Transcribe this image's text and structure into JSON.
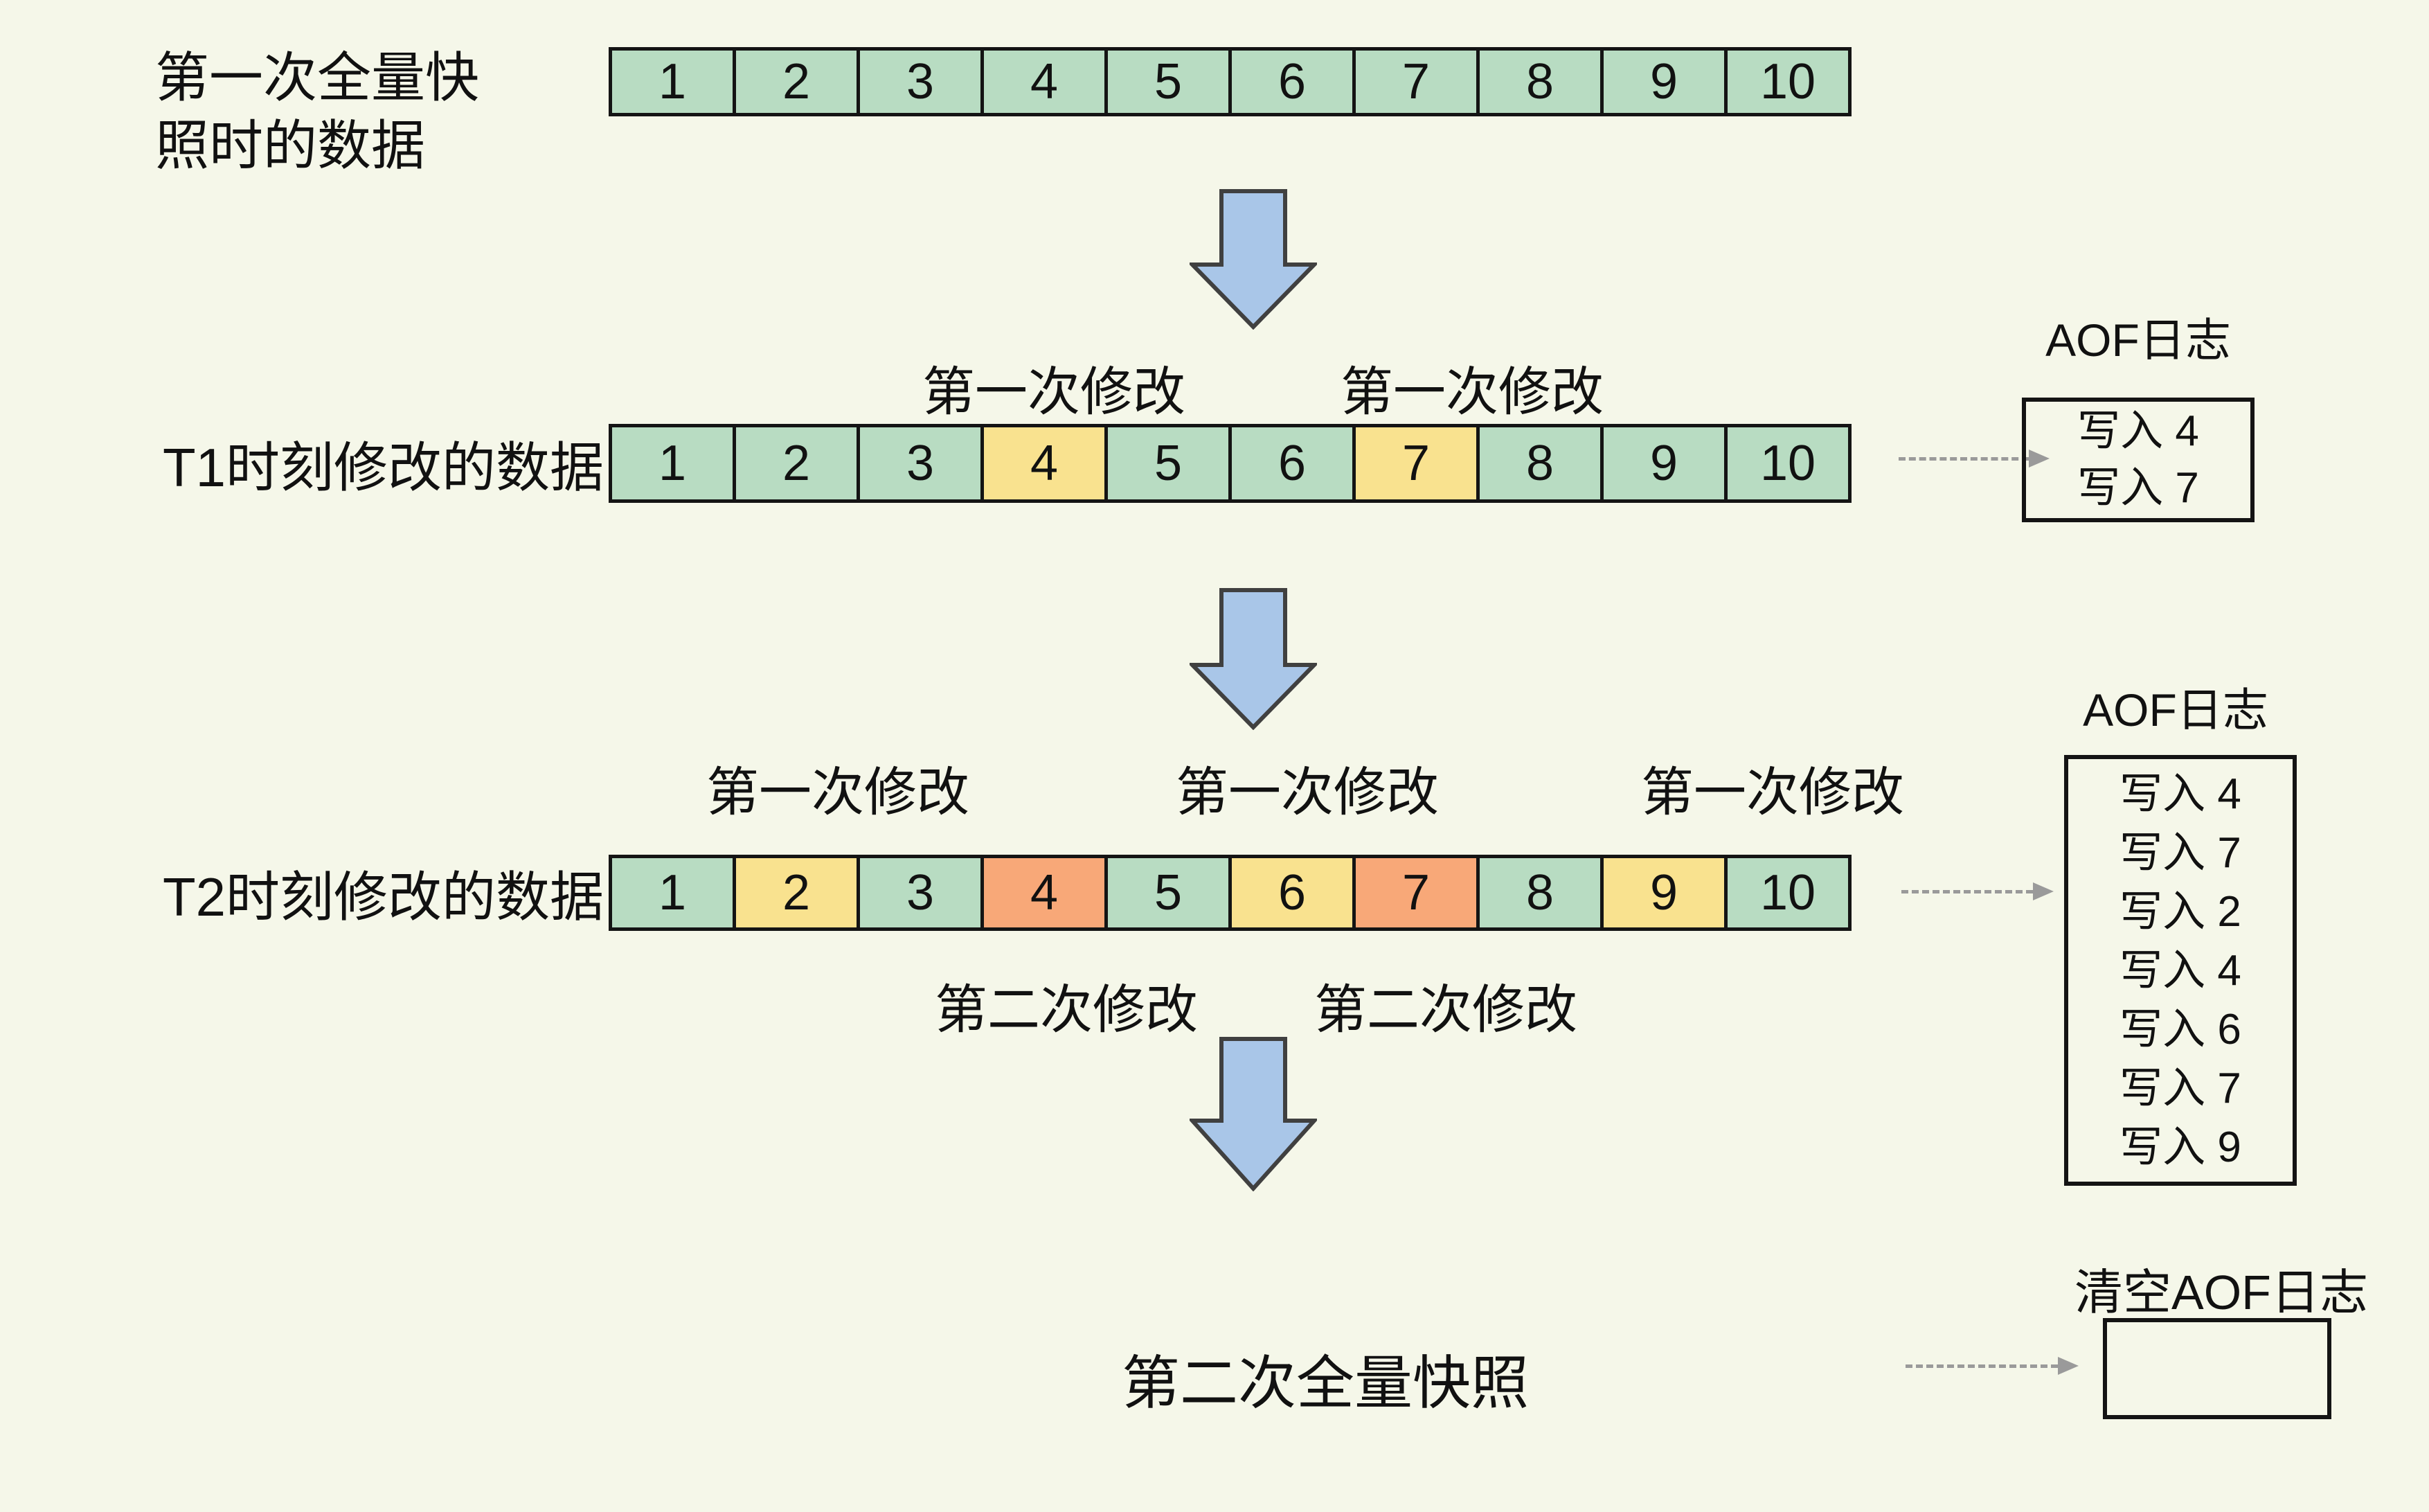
{
  "palette": {
    "bg": "#f5f7e9",
    "green": "#b8dcc2",
    "yellow": "#f9e28f",
    "orange": "#f8a878",
    "arrow-blue": "#a9c6e8",
    "arrow-outline": "#404040",
    "dash-gray": "#9a9a9a",
    "line-black": "#141414"
  },
  "snapshot1": {
    "label": "第一次全量快\n照时的数据",
    "cells": [
      {
        "v": "1",
        "s": "green"
      },
      {
        "v": "2",
        "s": "green"
      },
      {
        "v": "3",
        "s": "green"
      },
      {
        "v": "4",
        "s": "green"
      },
      {
        "v": "5",
        "s": "green"
      },
      {
        "v": "6",
        "s": "green"
      },
      {
        "v": "7",
        "s": "green"
      },
      {
        "v": "8",
        "s": "green"
      },
      {
        "v": "9",
        "s": "green"
      },
      {
        "v": "10",
        "s": "green"
      }
    ]
  },
  "t1": {
    "label": "T1时刻修改的数据",
    "mod_labels": [
      "第一次修改",
      "第一次修改"
    ],
    "cells": [
      {
        "v": "1",
        "s": "green"
      },
      {
        "v": "2",
        "s": "green"
      },
      {
        "v": "3",
        "s": "green"
      },
      {
        "v": "4",
        "s": "yellow"
      },
      {
        "v": "5",
        "s": "green"
      },
      {
        "v": "6",
        "s": "green"
      },
      {
        "v": "7",
        "s": "yellow"
      },
      {
        "v": "8",
        "s": "green"
      },
      {
        "v": "9",
        "s": "green"
      },
      {
        "v": "10",
        "s": "green"
      }
    ],
    "aof": {
      "title": "AOF日志",
      "entries": [
        "写入 4",
        "写入 7"
      ]
    }
  },
  "t2": {
    "label": "T2时刻修改的数据",
    "first_mod_labels": [
      "第一次修改",
      "第一次修改",
      "第一次修改"
    ],
    "second_mod_labels": [
      "第二次修改",
      "第二次修改"
    ],
    "cells": [
      {
        "v": "1",
        "s": "green"
      },
      {
        "v": "2",
        "s": "yellow"
      },
      {
        "v": "3",
        "s": "green"
      },
      {
        "v": "4",
        "s": "orange"
      },
      {
        "v": "5",
        "s": "green"
      },
      {
        "v": "6",
        "s": "yellow"
      },
      {
        "v": "7",
        "s": "orange"
      },
      {
        "v": "8",
        "s": "green"
      },
      {
        "v": "9",
        "s": "yellow"
      },
      {
        "v": "10",
        "s": "green"
      }
    ],
    "aof": {
      "title": "AOF日志",
      "entries": [
        "写入 4",
        "写入 7",
        "写入 2",
        "写入 4",
        "写入 6",
        "写入 7",
        "写入 9"
      ]
    }
  },
  "final": {
    "label": "第二次全量快照",
    "clear_title": "清空AOF日志"
  }
}
